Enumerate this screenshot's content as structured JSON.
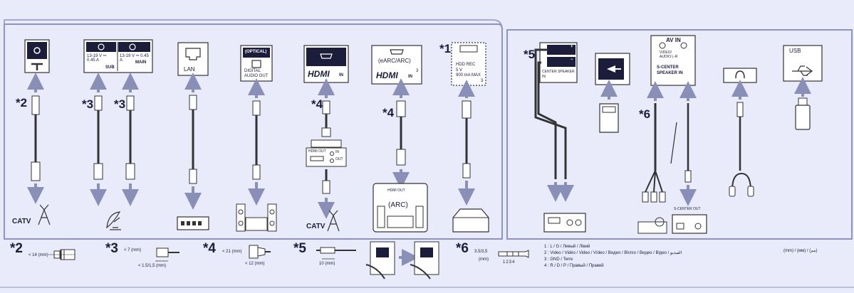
{
  "ports": {
    "antenna": {
      "star": "*2",
      "caption": "CATV"
    },
    "satellite": {
      "star_a": "*3",
      "star_b": "*3",
      "sub_spec": "13-19 V ⎓ 0.45 A",
      "sub_label": "SUB",
      "main_spec": "13-19 V ⎓ 0.45 A",
      "main_label": "MAIN"
    },
    "lan": {
      "label": "LAN"
    },
    "optical": {
      "title": "(OPTICAL)",
      "label_line1": "DIGITAL",
      "label_line2": "AUDIO OUT"
    },
    "hdmi_in": {
      "star": "*4",
      "label": "HDMI",
      "sub": "IN",
      "device_out": "HDMI OUT",
      "device_in": "IN",
      "device_out2": "OUT",
      "caption": "CATV"
    },
    "hdmi_arc": {
      "star": "*4",
      "title": "(eARC/ARC)",
      "label": "HDMI",
      "sub": "IN",
      "num": "3",
      "device_out": "HDMI OUT",
      "device_arc": "(ARC)"
    },
    "usb_hdd": {
      "star": "*1",
      "label_line1": "HDD REC",
      "label_line2": "5 V",
      "label_line3": "900 mA MAX",
      "num": "3"
    },
    "speaker": {
      "star": "*5",
      "label_line1": "CENTER SPEAKER",
      "label_line2": "IN",
      "plus": "+",
      "minus": "−"
    },
    "av_in": {
      "star": "*6",
      "title": "AV IN",
      "sub1": "VIDEO/",
      "sub2": "AUDIO L-R",
      "label_line1": "S-CENTER",
      "label_line2": "SPEAKER IN",
      "device_label": "S-CENTER OUT"
    },
    "usb": {
      "label": "USB"
    }
  },
  "notes": {
    "n2": {
      "star": "*2",
      "text": "< 14 (mm)"
    },
    "n3": {
      "star": "*3",
      "text_a": "< 7 (mm)",
      "text_b": "< 1.5/1,5 (mm)"
    },
    "n4": {
      "star": "*4",
      "text_a": "< 21 (mm)",
      "text_b": "< 12 (mm)"
    },
    "n5": {
      "star": "*5",
      "text": "10 (mm)"
    },
    "n6": {
      "star": "*6",
      "text_a": "3.5/3,5",
      "text_b": "(mm)",
      "digits": "1234"
    }
  },
  "legend": {
    "l1": "1 : L / G / Левый / Лівий",
    "l2": "2 : Video / Vidéo / Video / Vídeo / Видео / Βίντεο / Видео / Відео / الفيديو",
    "l3": "3 : GND / Terre",
    "l4": "4 : R / D / P / Правый / Правий",
    "units": "(mm) / (мм) / (مم)"
  }
}
